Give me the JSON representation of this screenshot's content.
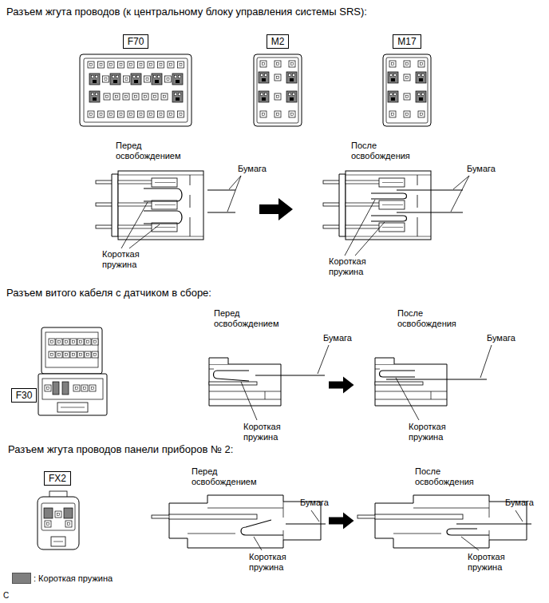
{
  "diagram": {
    "nodes": [
      {
        "text": [
          "F70"
        ]
      },
      {
        "text": [
          "M2"
        ]
      },
      {
        "text": [
          "M17"
        ]
      },
      {
        "text": [
          "F30"
        ]
      },
      {
        "text": [
          "FX2"
        ]
      }
    ],
    "labels": [
      "Разъем жгута проводов (к центральному блоку управления системы SRS):",
      "Перед освобождением",
      "После освобождения",
      "Бумага",
      "Бумага",
      "Короткая пружина",
      "Короткая пружина",
      "Разъем витого кабеля с датчиком в сборе:",
      "Перед освобождением",
      "Бумага",
      "После освобождения",
      "Бумага",
      "Короткая пружина",
      "Короткая пружина",
      "Разъем жгута проводов панели приборов № 2:",
      "Перед освобождением",
      "Бумага",
      "После освобождения",
      "Бумага",
      "Короткая пружина",
      "Короткая пружина",
      "C"
    ],
    "legend": [
      {
        "text": ": Короткая пружина",
        "color": "#7f7f7f"
      }
    ]
  }
}
